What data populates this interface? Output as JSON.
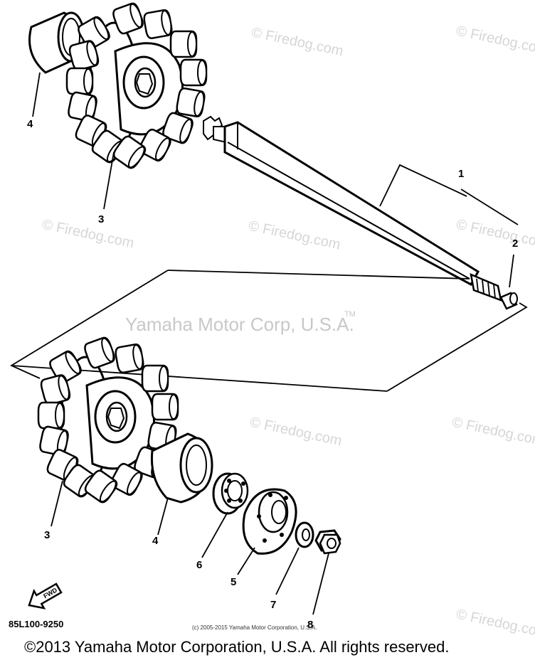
{
  "watermark": {
    "text": "© Firedog.com"
  },
  "trademark": {
    "text": "Yamaha Motor Corp, U.S.A.",
    "tm": "TM"
  },
  "callouts": [
    "4",
    "3",
    "1",
    "2",
    "3",
    "4",
    "6",
    "5",
    "7",
    "8"
  ],
  "direction_arrow": {
    "label": "FWD",
    "icon": "forward-arrow-icon"
  },
  "part_number": "85L100-9250",
  "small_copyright": "(c) 2005-2015 Yamaha Motor Corporation, U.S.A.",
  "footer_copyright": "©2013 Yamaha Motor Corporation, U.S.A. All rights reserved."
}
